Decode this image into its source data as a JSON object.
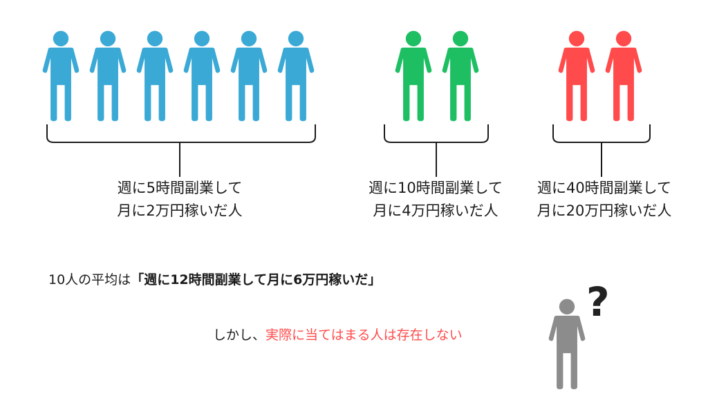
{
  "colors": {
    "group1": "#3ba9d6",
    "group2": "#1dbf62",
    "group3": "#ff4b4b",
    "unknown": "#8c8c8c",
    "text": "#1a1a1a",
    "highlight": "#ff4b4b"
  },
  "groups": [
    {
      "count": 6,
      "label_line1": "週に5時間副業して",
      "label_line2": "月に2万円稼いだ人"
    },
    {
      "count": 2,
      "label_line1": "週に10時間副業して",
      "label_line2": "月に4万円稼いだ人"
    },
    {
      "count": 2,
      "label_line1": "週に40時間副業して",
      "label_line2": "月に20万円稼いだ人"
    }
  ],
  "summary": {
    "prefix": "10人の平均は",
    "open_quote": "「",
    "quote_text": "週に12時間副業して月に6万円稼いだ",
    "close_quote": "」"
  },
  "note": {
    "prefix": "しかし、",
    "highlight": "実際に当てはまる人は存在しない"
  },
  "question_mark": "?"
}
